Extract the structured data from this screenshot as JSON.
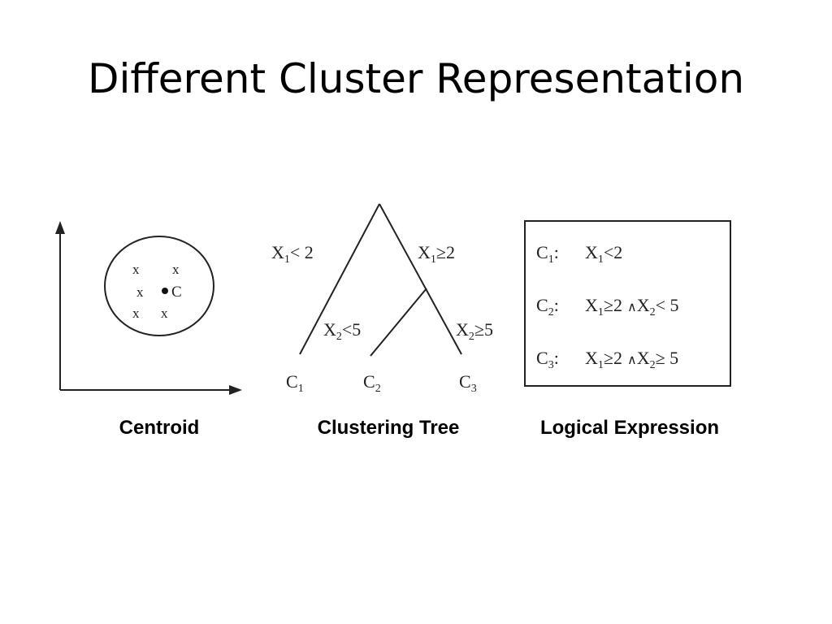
{
  "slide": {
    "title": "Different Cluster Representation"
  },
  "centroid_panel": {
    "point_marker": "x",
    "centroid_label": "C",
    "caption": "Centroid"
  },
  "tree_panel": {
    "left_split": {
      "var": "X",
      "sub": "1",
      "cond": "< 2"
    },
    "right_split": {
      "var": "X",
      "sub": "1",
      "cond": "≥2"
    },
    "inner_left_split": {
      "var": "X",
      "sub": "2",
      "cond": "<5"
    },
    "inner_right_split": {
      "var": "X",
      "sub": "2",
      "cond": "≥5"
    },
    "leaves": [
      {
        "var": "C",
        "sub": "1"
      },
      {
        "var": "C",
        "sub": "2"
      },
      {
        "var": "C",
        "sub": "3"
      }
    ],
    "caption": "Clustering Tree"
  },
  "logic_panel": {
    "rules": [
      {
        "cluster": "C",
        "sub": "1",
        "colon": ":",
        "expr": [
          {
            "var": "X",
            "sub": "1",
            "cond": "<2"
          }
        ]
      },
      {
        "cluster": "C",
        "sub": "2",
        "colon": ":",
        "expr": [
          {
            "var": "X",
            "sub": "1",
            "cond": "≥2"
          },
          {
            "and": "∧"
          },
          {
            "var": "X",
            "sub": "2",
            "cond": "< 5"
          }
        ]
      },
      {
        "cluster": "C",
        "sub": "3",
        "colon": ":",
        "expr": [
          {
            "var": "X",
            "sub": "1",
            "cond": "≥2"
          },
          {
            "and": "∧"
          },
          {
            "var": "X",
            "sub": "2",
            "cond": "≥ 5"
          }
        ]
      }
    ],
    "caption": "Logical Expression"
  }
}
